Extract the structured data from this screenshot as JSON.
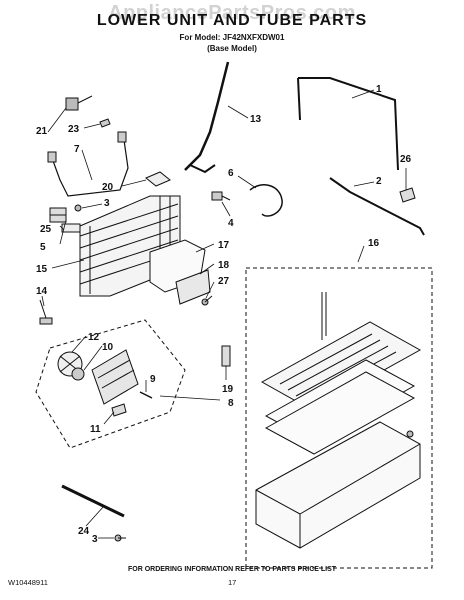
{
  "watermark": "AppliancePartsPros.com",
  "title": "LOWER UNIT AND TUBE PARTS",
  "model_line": "For Model: JF42NXFXDW01",
  "base_line": "(Base Model)",
  "footer": {
    "code": "W10448911",
    "page": "17",
    "note": "FOR ORDERING INFORMATION REFER TO PARTS PRICE LIST"
  },
  "callouts": {
    "c1": "1",
    "c2": "2",
    "c3a": "3",
    "c3b": "3",
    "c4": "4",
    "c5": "5",
    "c6": "6",
    "c7": "7",
    "c8": "8",
    "c9": "9",
    "c10": "10",
    "c11": "11",
    "c12": "12",
    "c13": "13",
    "c14": "14",
    "c15": "15",
    "c16": "16",
    "c17": "17",
    "c18": "18",
    "c19": "19",
    "c20": "20",
    "c21": "21",
    "c23": "23",
    "c24": "24",
    "c25": "25",
    "c26": "26",
    "c27": "27"
  }
}
